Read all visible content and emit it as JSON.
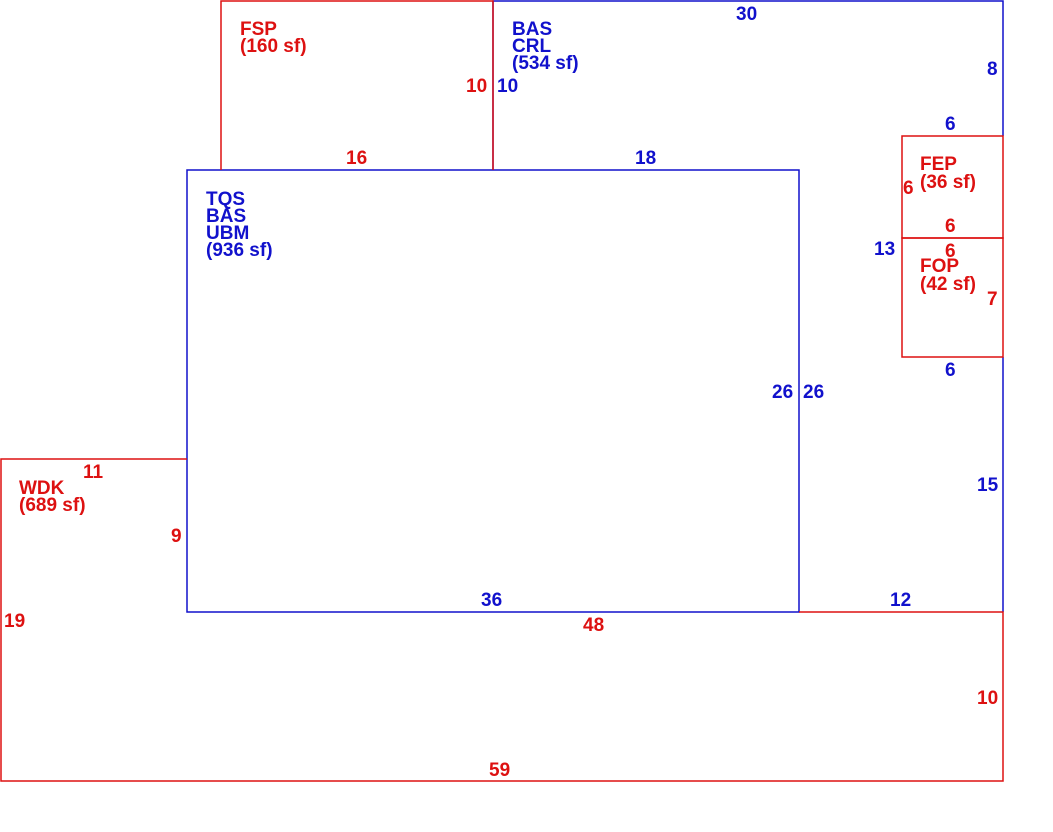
{
  "colors": {
    "red": "#dd1111",
    "blue": "#1111cc"
  },
  "areas": {
    "fsp": {
      "line1": "FSP",
      "line2": "(160 sf)"
    },
    "bas_crl": {
      "line1": "BAS",
      "line2": "CRL",
      "line3": "(534 sf)"
    },
    "tqs_bas_ubm": {
      "line1": "TQS",
      "line2": "BAS",
      "line3": "UBM",
      "line4": "(936 sf)"
    },
    "fep": {
      "line1": "FEP",
      "line2": "(36 sf)"
    },
    "fop": {
      "line1": "FOP",
      "line2": "(42 sf)"
    },
    "wdk": {
      "line1": "WDK",
      "line2": "(689 sf)"
    }
  },
  "dims": {
    "top_30": "30",
    "right_8": "8",
    "fsp_right_10": "10",
    "crl_left_10": "10",
    "fsp_bottom_16": "16",
    "crl_bottom_18": "18",
    "fep_top_6": "6",
    "fep_left_6": "6",
    "fep_bottom_6": "6",
    "fop_top_6": "6",
    "left_13": "13",
    "fop_right_7": "7",
    "fop_bottom_6": "6",
    "main_right_26": "26",
    "right_26": "26",
    "right_15": "15",
    "wdk_top_11": "11",
    "wdk_right_9": "9",
    "wdk_left_19": "19",
    "main_bottom_36": "36",
    "bottom_12": "12",
    "wdk_48": "48",
    "wdk_right_10": "10",
    "wdk_bottom_59": "59"
  }
}
